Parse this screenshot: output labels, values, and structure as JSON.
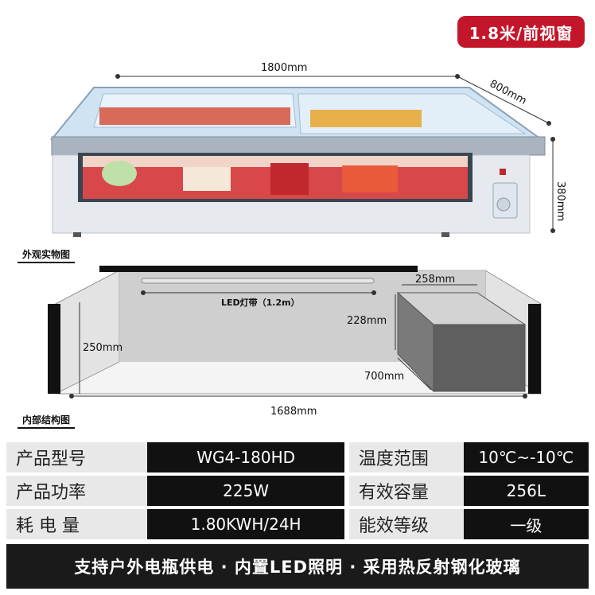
{
  "badge": "1.8米/前视窗",
  "dimensions": {
    "length": "1800mm",
    "depth": "800mm",
    "height": "380mm",
    "led_strip": "LED灯带（1.2m）",
    "inner_height": "250mm",
    "box_width": "258mm",
    "box_height": "228mm",
    "box_depth": "700mm",
    "inner_length": "1688mm"
  },
  "captions": {
    "exterior": "外观实物图",
    "interior": "内部结构图"
  },
  "specs": [
    {
      "label": "产品型号",
      "value": "WG4-180HD",
      "label2": "温度范围",
      "value2": "10℃~-10℃"
    },
    {
      "label": "产品功率",
      "value": "225W",
      "label2": "有效容量",
      "value2": "256L"
    },
    {
      "label": "耗 电 量",
      "value": "1.80KWH/24H",
      "label2": "能效等级",
      "value2": "一级"
    }
  ],
  "footer": "支持户外电瓶供电 · 内置LED照明 · 采用热反射钢化玻璃",
  "colors": {
    "badge": "#c4162a",
    "dark": "#111111",
    "label_bg": "#e8e8e8"
  }
}
